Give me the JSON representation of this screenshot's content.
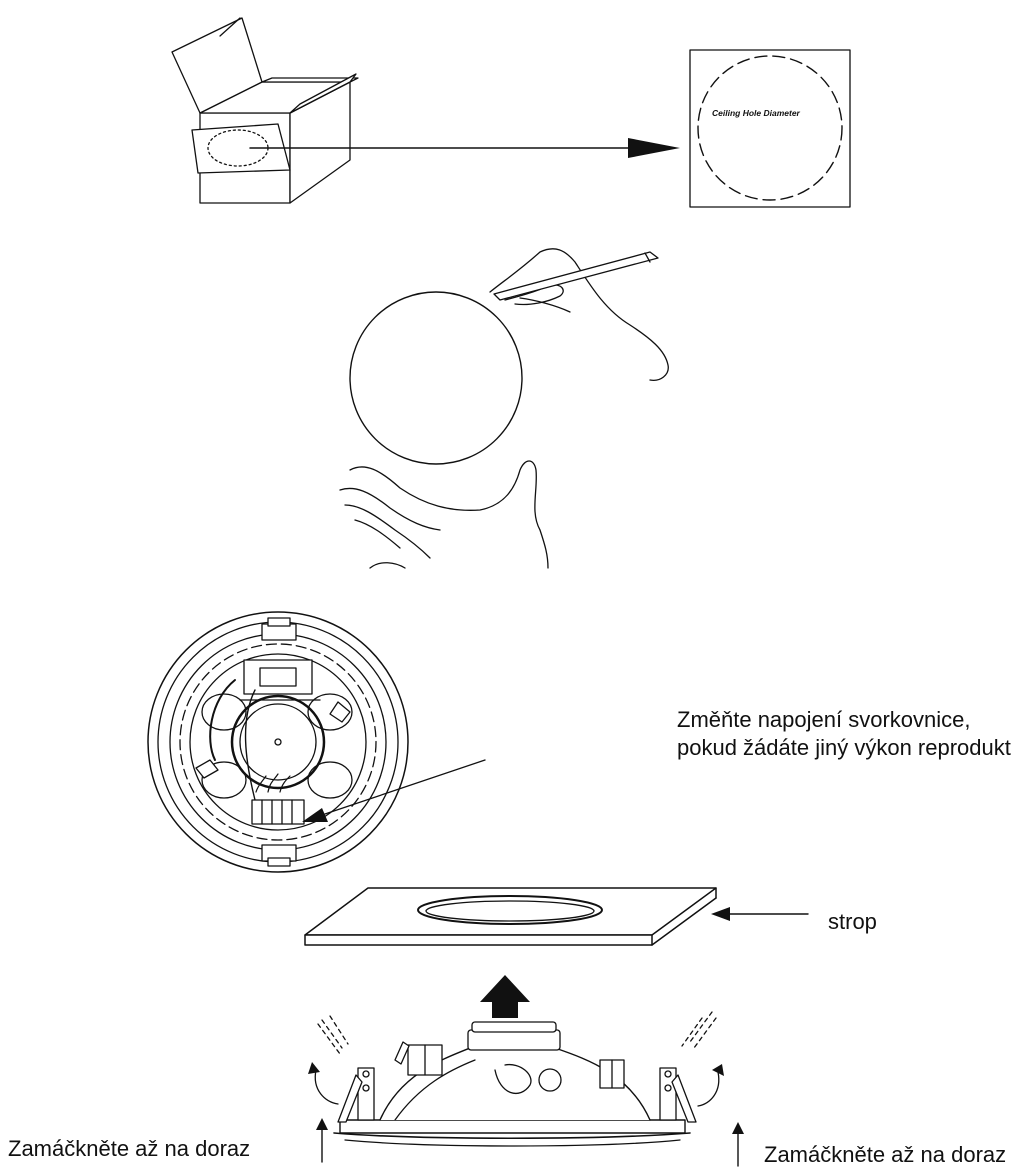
{
  "steps": {
    "template": {
      "caption": "Ceiling Hole Diameter"
    },
    "wiring": {
      "note_line1": "Změňte napojení svorkovnice,",
      "note_line2": "pokud žádáte jiný výkon reproduktoru."
    },
    "mounting": {
      "ceiling_label": "strop",
      "press_left": "Zamáčkněte až na doraz",
      "press_right": "Zamáčkněte až na doraz"
    }
  }
}
